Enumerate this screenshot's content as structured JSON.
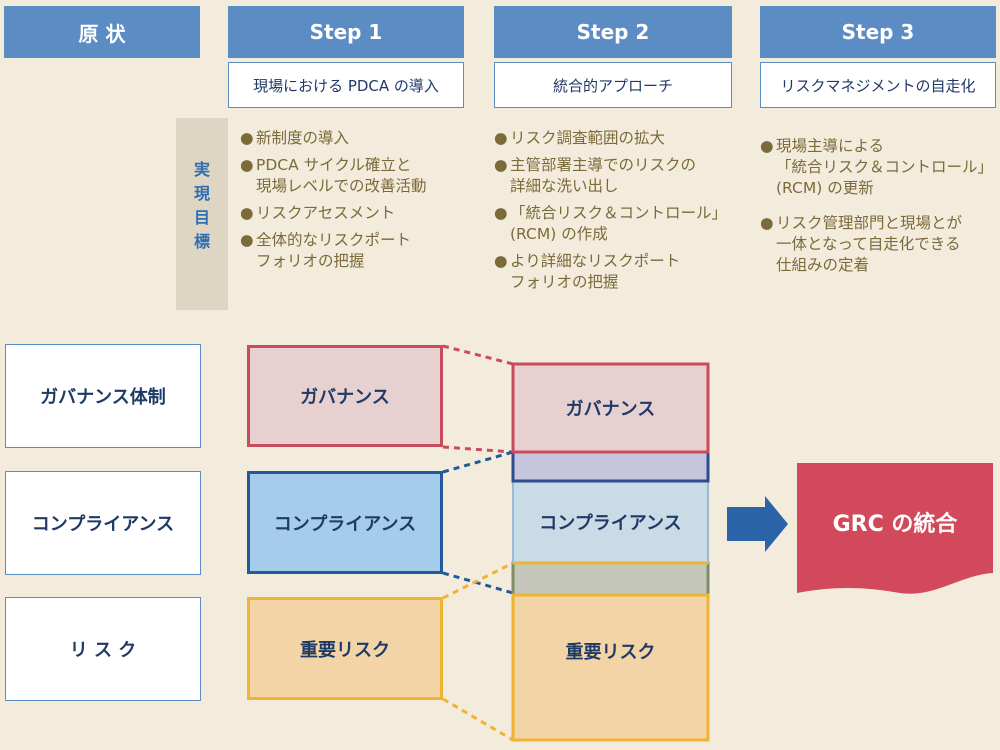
{
  "header": {
    "genjo": "原 状",
    "step1": "Step 1",
    "step2": "Step 2",
    "step3": "Step 3"
  },
  "subtitles": {
    "step1": "現場における PDCA の導入",
    "step2": "統合的アプローチ",
    "step3": "リスクマネジメントの自走化"
  },
  "goal_label": [
    "実",
    "現",
    "目",
    "標"
  ],
  "goals": {
    "step1": [
      "新制度の導入",
      "PDCA サイクル確立と\n現場レベルでの改善活動",
      "リスクアセスメント",
      "全体的なリスクポート\nフォリオの把握"
    ],
    "step2": [
      "リスク調査範囲の拡大",
      "主管部署主導でのリスクの\n詳細な洗い出し",
      "「統合リスク＆コントロール」\n(RCM) の作成",
      "より詳細なリスクポート\nフォリオの把握"
    ],
    "step3": [
      "現場主導による\n「統合リスク＆コントロール」\n(RCM) の更新",
      "リスク管理部門と現場とが\n一体となって自走化できる\n仕組みの定着"
    ]
  },
  "bullet": "●",
  "rows": {
    "governance": "ガバナンス体制",
    "compliance": "コンプライアンス",
    "risk": "リ ス ク"
  },
  "step1_blocks": {
    "governance": "ガバナンス",
    "compliance": "コンプライアンス",
    "risk": "重要リスク"
  },
  "step2_blocks": {
    "governance": "ガバナンス",
    "compliance": "コンプライアンス",
    "risk": "重要リスク"
  },
  "result": "GRC の統合",
  "colors": {
    "governance": "#c94c5c",
    "compliance": "#215a9c",
    "risk": "#eeb432",
    "grc": "#d1495b",
    "arrow": "#2b63a8"
  },
  "icons": {
    "arrow": "right-arrow-icon"
  }
}
